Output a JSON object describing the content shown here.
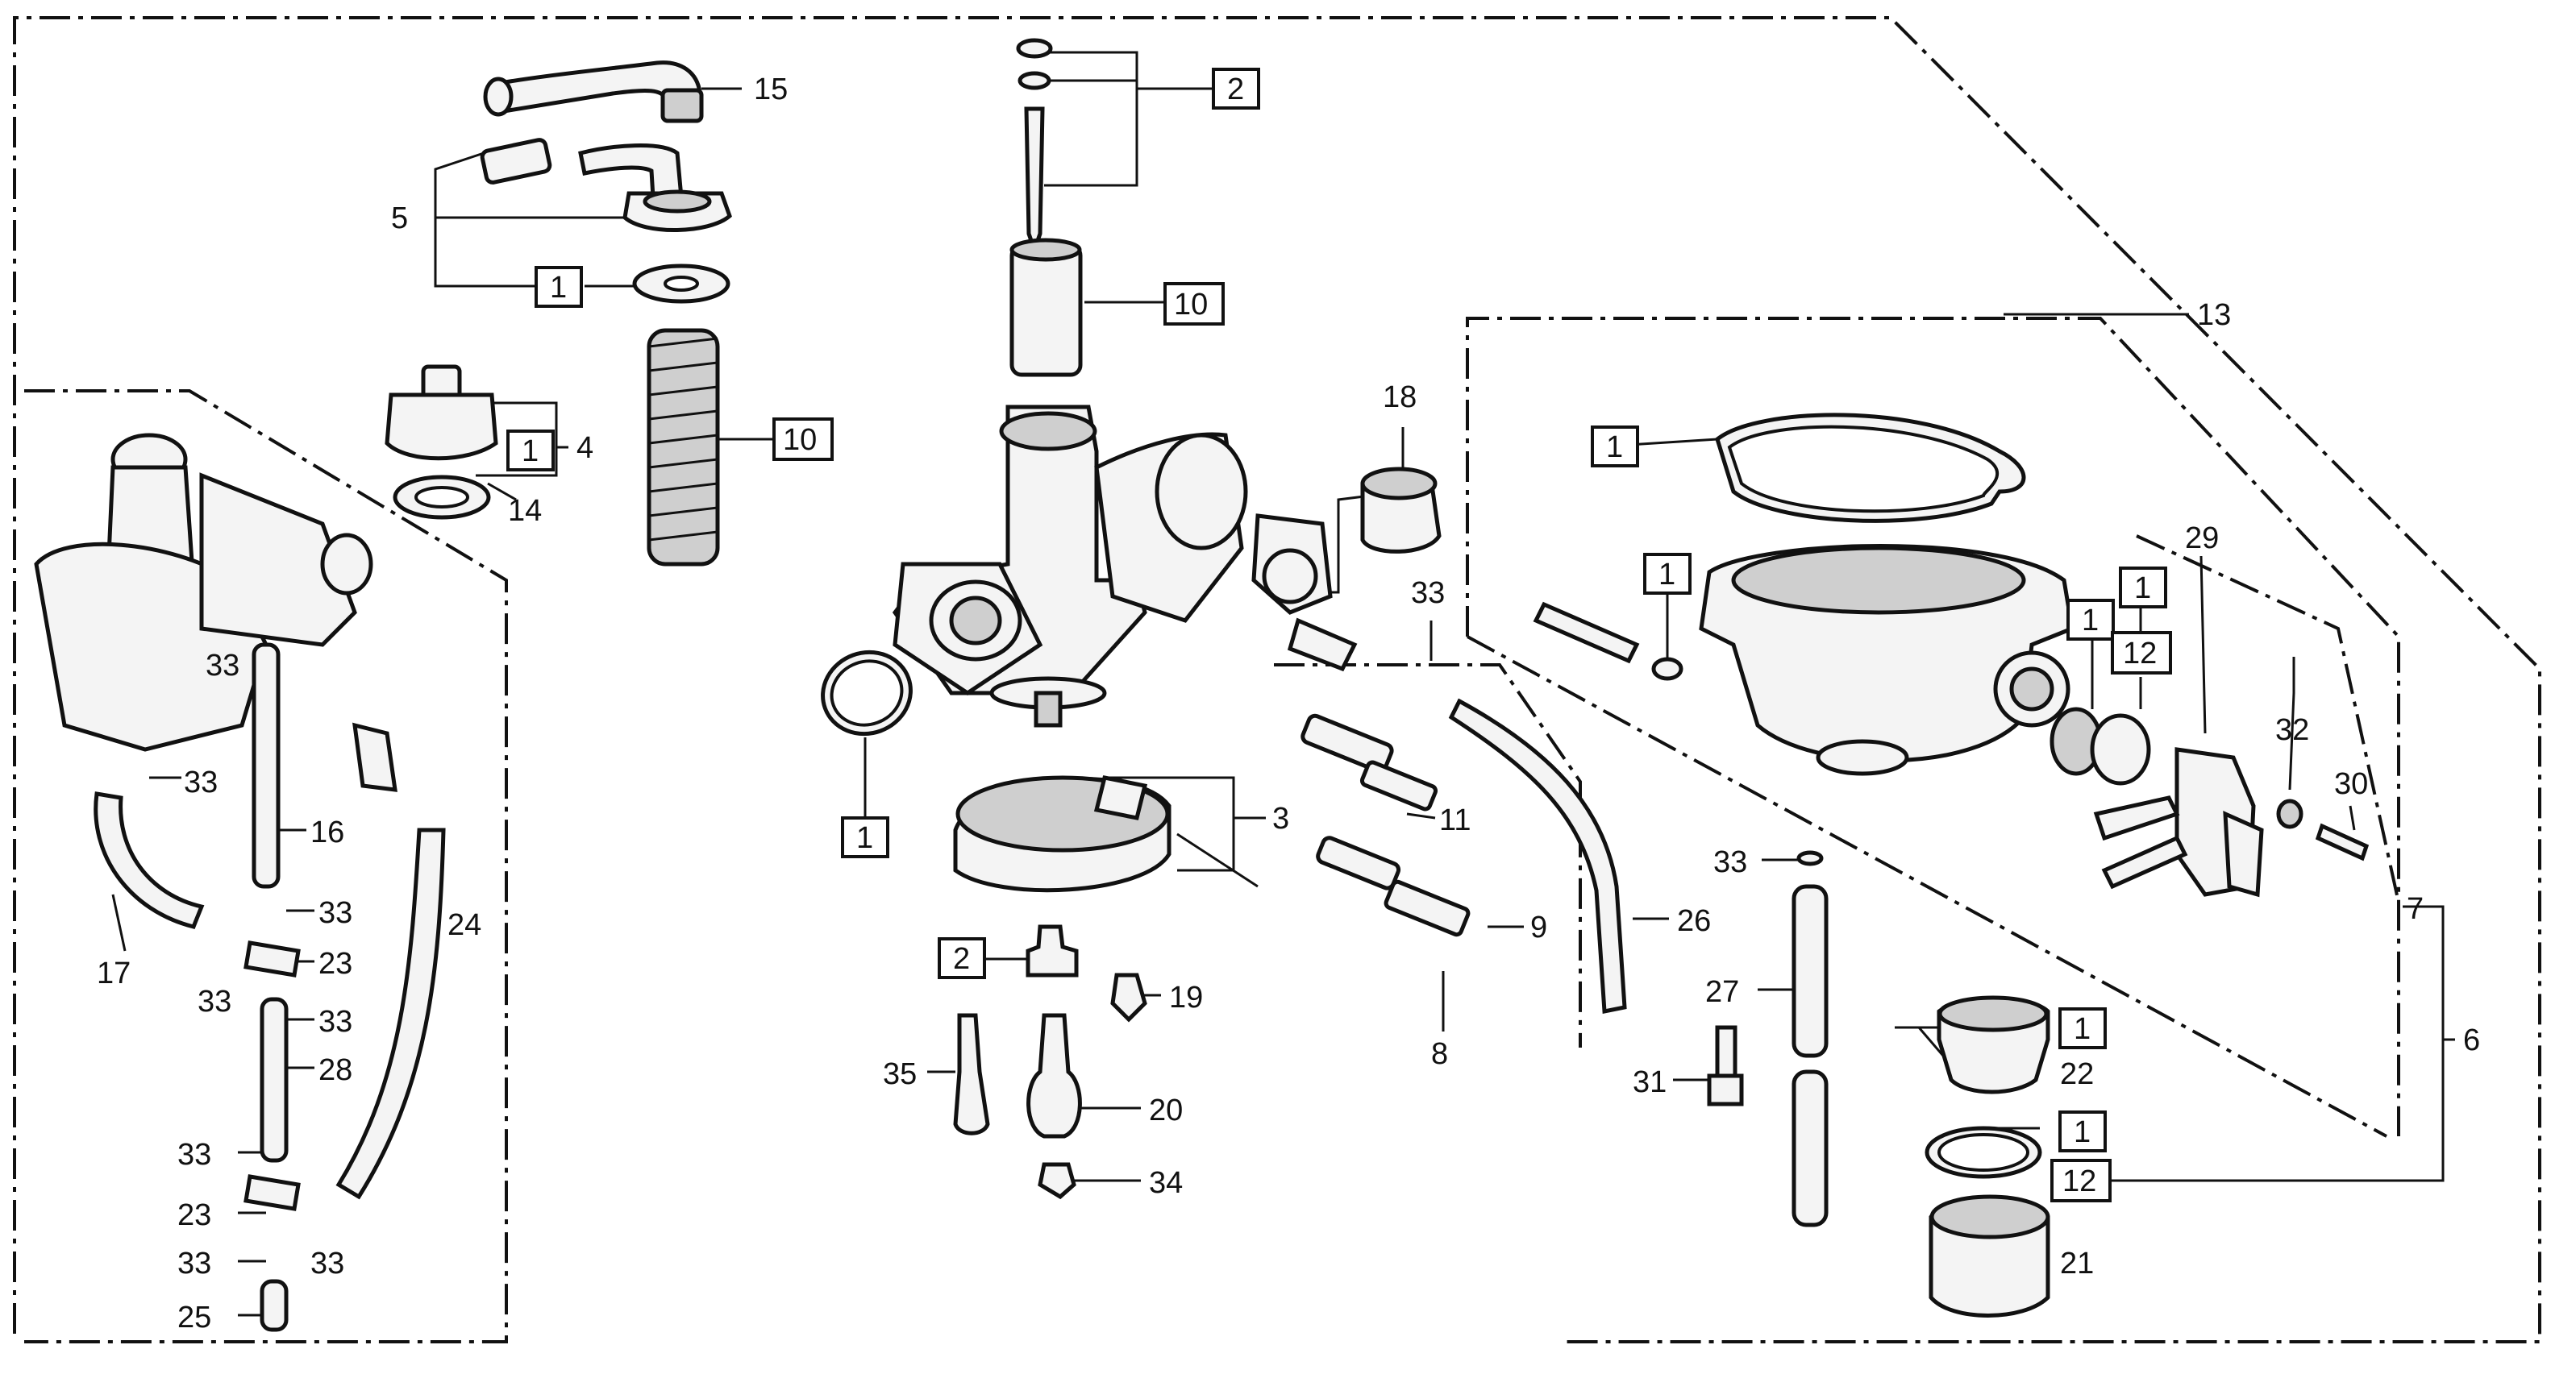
{
  "callouts": [
    {
      "id": "c15",
      "text": "15"
    },
    {
      "id": "c5",
      "text": "5"
    },
    {
      "id": "c1a",
      "text": "1",
      "boxed": true
    },
    {
      "id": "c10a",
      "text": "10",
      "boxed": true
    },
    {
      "id": "c1b",
      "text": "1",
      "boxed": true
    },
    {
      "id": "c4",
      "text": "4"
    },
    {
      "id": "c14",
      "text": "14"
    },
    {
      "id": "c2a",
      "text": "2",
      "boxed": true
    },
    {
      "id": "c10b",
      "text": "10",
      "boxed": true
    },
    {
      "id": "c13",
      "text": "13"
    },
    {
      "id": "c18",
      "text": "18"
    },
    {
      "id": "c1c",
      "text": "1",
      "boxed": true
    },
    {
      "id": "c1d",
      "text": "1",
      "boxed": true
    },
    {
      "id": "c29",
      "text": "29"
    },
    {
      "id": "c1e",
      "text": "1",
      "boxed": true
    },
    {
      "id": "c1f",
      "text": "1",
      "boxed": true
    },
    {
      "id": "c12a",
      "text": "12",
      "boxed": true
    },
    {
      "id": "c32",
      "text": "32"
    },
    {
      "id": "c30",
      "text": "30"
    },
    {
      "id": "c33a",
      "text": "33"
    },
    {
      "id": "c33b",
      "text": "33"
    },
    {
      "id": "c33c",
      "text": "33"
    },
    {
      "id": "c16",
      "text": "16"
    },
    {
      "id": "c17",
      "text": "17"
    },
    {
      "id": "c24",
      "text": "24"
    },
    {
      "id": "c33d",
      "text": "33"
    },
    {
      "id": "c23a",
      "text": "23"
    },
    {
      "id": "c33e",
      "text": "33"
    },
    {
      "id": "c33f",
      "text": "33"
    },
    {
      "id": "c28",
      "text": "28"
    },
    {
      "id": "c33g",
      "text": "33"
    },
    {
      "id": "c23b",
      "text": "23"
    },
    {
      "id": "c33h",
      "text": "33"
    },
    {
      "id": "c33i",
      "text": "33"
    },
    {
      "id": "c25",
      "text": "25"
    },
    {
      "id": "c3",
      "text": "3"
    },
    {
      "id": "c11",
      "text": "11"
    },
    {
      "id": "c9",
      "text": "9"
    },
    {
      "id": "c8",
      "text": "8"
    },
    {
      "id": "c1g",
      "text": "1",
      "boxed": true
    },
    {
      "id": "c2b",
      "text": "2",
      "boxed": true
    },
    {
      "id": "c19",
      "text": "19"
    },
    {
      "id": "c35",
      "text": "35"
    },
    {
      "id": "c20",
      "text": "20"
    },
    {
      "id": "c34",
      "text": "34"
    },
    {
      "id": "c33j",
      "text": "33"
    },
    {
      "id": "c26",
      "text": "26"
    },
    {
      "id": "c27",
      "text": "27"
    },
    {
      "id": "c31",
      "text": "31"
    },
    {
      "id": "c7",
      "text": "7"
    },
    {
      "id": "c6",
      "text": "6"
    },
    {
      "id": "c1h",
      "text": "1",
      "boxed": true
    },
    {
      "id": "c22",
      "text": "22"
    },
    {
      "id": "c1i",
      "text": "1",
      "boxed": true
    },
    {
      "id": "c12b",
      "text": "12",
      "boxed": true
    },
    {
      "id": "c21",
      "text": "21"
    }
  ]
}
